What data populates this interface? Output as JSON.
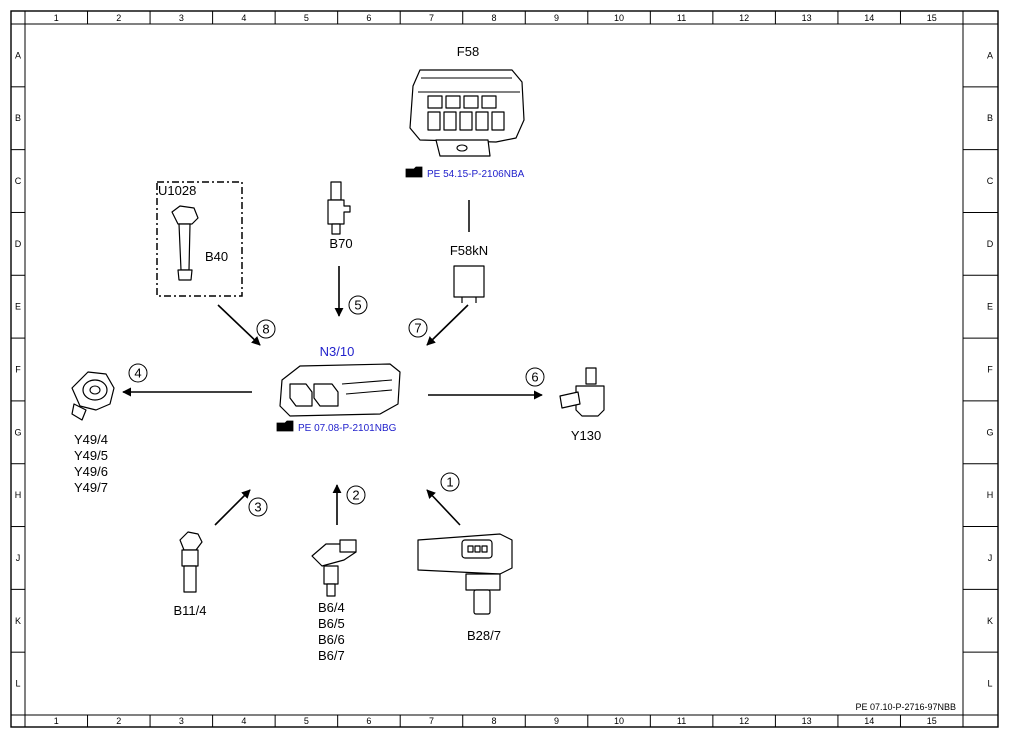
{
  "frame": {
    "columns": [
      "1",
      "2",
      "3",
      "4",
      "5",
      "6",
      "7",
      "8",
      "9",
      "10",
      "11",
      "12",
      "13",
      "14",
      "15"
    ],
    "rows": [
      "A",
      "B",
      "C",
      "D",
      "E",
      "F",
      "G",
      "H",
      "J",
      "K",
      "L"
    ]
  },
  "footer": {
    "doc_ref": "PE 07.10-P-2716-97NBB"
  },
  "components": {
    "f58": {
      "label": "F58",
      "ref": "PE 54.15-P-2106NBA"
    },
    "f58kn": {
      "label": "F58kN"
    },
    "u1028": {
      "label": "U1028"
    },
    "b40": {
      "label": "B40"
    },
    "b70": {
      "label": "B70"
    },
    "n310": {
      "label": "N3/10",
      "ref": "PE 07.08-P-2101NBG"
    },
    "y49": {
      "labels": [
        "Y49/4",
        "Y49/5",
        "Y49/6",
        "Y49/7"
      ]
    },
    "y130": {
      "label": "Y130"
    },
    "b114": {
      "label": "B11/4"
    },
    "b6": {
      "labels": [
        "B6/4",
        "B6/5",
        "B6/6",
        "B6/7"
      ]
    },
    "b287": {
      "label": "B28/7"
    }
  },
  "arrows": [
    "1",
    "2",
    "3",
    "4",
    "5",
    "6",
    "7",
    "8"
  ],
  "icons": {
    "reference": "pointing-hand-icon"
  }
}
